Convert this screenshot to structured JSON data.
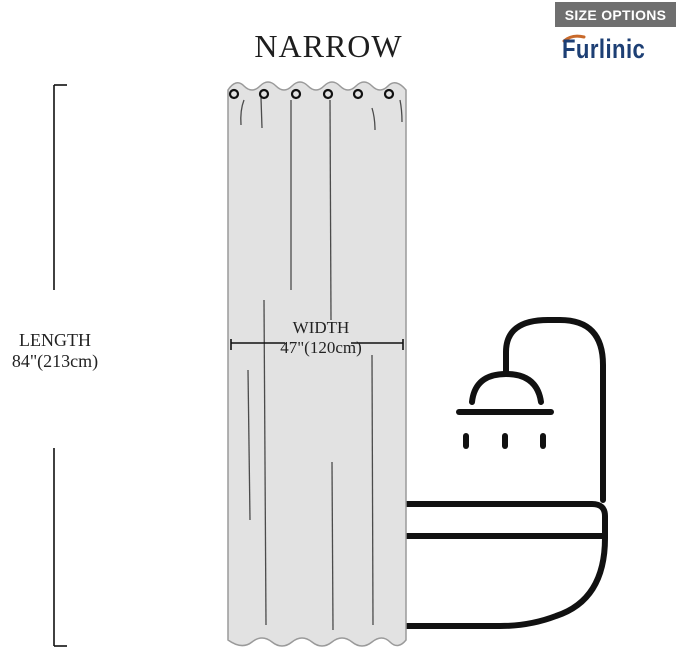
{
  "header": {
    "badge": "SIZE OPTIONS",
    "brand": "Furlinic"
  },
  "product": {
    "title": "NARROW",
    "length": {
      "label": "LENGTH",
      "value": "84\"(213cm)"
    },
    "width": {
      "label": "WIDTH",
      "value": "47\"(120cm)"
    }
  },
  "icons": {
    "curtain": "curtain-panel-icon",
    "shower": "shower-head-icon",
    "bathtub": "bathtub-icon"
  },
  "colors": {
    "badge_bg": "#6f6f6f",
    "brand_text": "#1d3f74",
    "brand_swoosh": "#c8692a",
    "curtain_fill": "#e2e2e2",
    "curtain_outline": "#9a9a9a",
    "line": "#111111"
  }
}
